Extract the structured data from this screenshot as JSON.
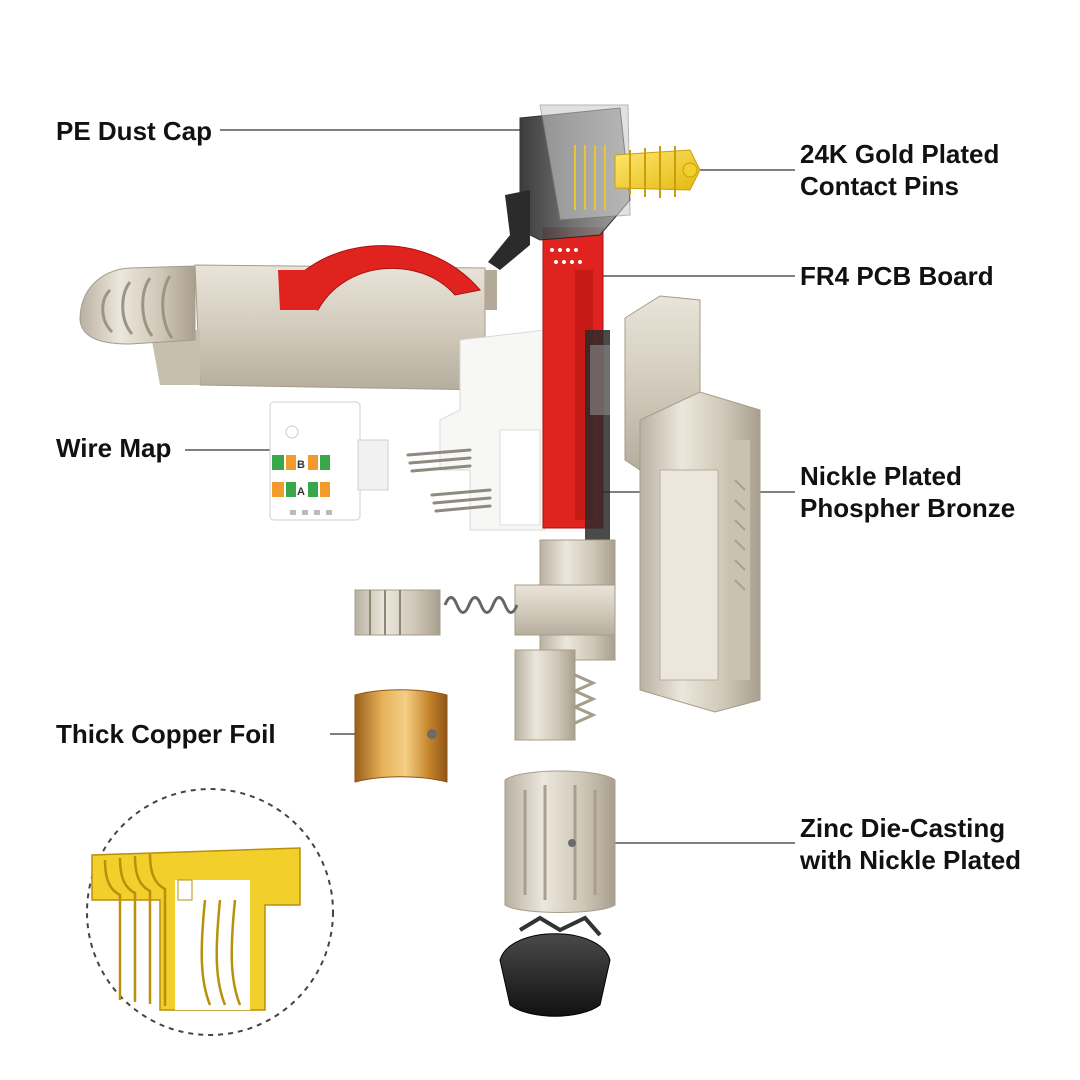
{
  "labels": {
    "pe_dust_cap": "PE Dust Cap",
    "gold_pins": [
      "24K Gold Plated",
      "Contact Pins"
    ],
    "pcb_board": "FR4 PCB Board",
    "wire_map": "Wire Map",
    "phosphor_bronze": [
      "Nickle Plated",
      "Phospher Bronze"
    ],
    "copper_foil": "Thick Copper Foil",
    "zinc_casting": [
      "Zinc Die-Casting",
      "with Nickle Plated"
    ]
  },
  "wire_map_markings": [
    "B",
    "A"
  ],
  "colors": {
    "text": "#111111",
    "leader_line": "#555555",
    "pcb_red": "#e0231f",
    "gold": "#f2cf2a",
    "copper": "#c98a2e",
    "nickel": "#d9d2c4",
    "dust_cap": "#3a3a3a",
    "cap_black": "#1a1a1a"
  }
}
